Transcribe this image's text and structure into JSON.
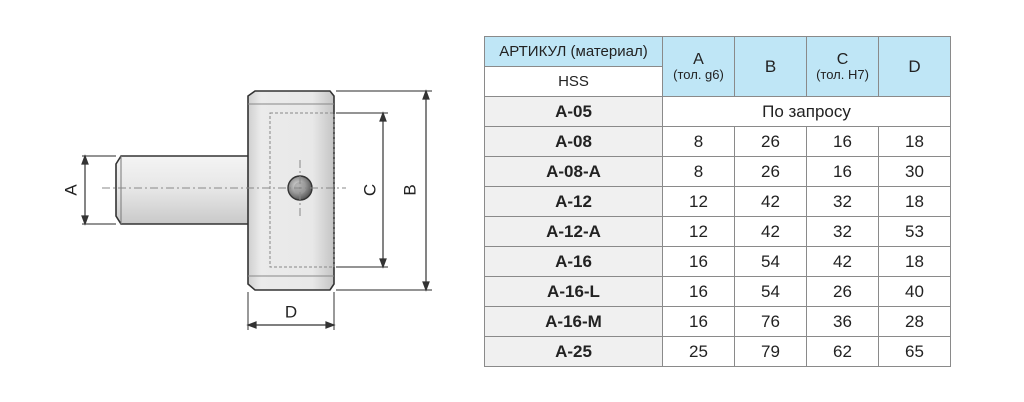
{
  "drawing": {
    "labels": {
      "a": "A",
      "b": "B",
      "c": "C",
      "d": "D"
    }
  },
  "table": {
    "header": {
      "article": "АРТИКУЛ (материал)",
      "material": "HSS",
      "columns": [
        {
          "name": "A",
          "tol": "(тол. g6)"
        },
        {
          "name": "B",
          "tol": ""
        },
        {
          "name": "C",
          "tol": "(тол. H7)"
        },
        {
          "name": "D",
          "tol": ""
        }
      ]
    },
    "on_request": "По запросу",
    "rows": [
      {
        "code": "A-05",
        "values": []
      },
      {
        "code": "A-08",
        "values": [
          "8",
          "26",
          "16",
          "18"
        ]
      },
      {
        "code": "A-08-A",
        "values": [
          "8",
          "26",
          "16",
          "30"
        ]
      },
      {
        "code": "A-12",
        "values": [
          "12",
          "42",
          "32",
          "18"
        ]
      },
      {
        "code": "A-12-A",
        "values": [
          "12",
          "42",
          "32",
          "53"
        ]
      },
      {
        "code": "A-16",
        "values": [
          "16",
          "54",
          "42",
          "18"
        ]
      },
      {
        "code": "A-16-L",
        "values": [
          "16",
          "54",
          "26",
          "40"
        ]
      },
      {
        "code": "A-16-M",
        "values": [
          "16",
          "76",
          "36",
          "28"
        ]
      },
      {
        "code": "A-25",
        "values": [
          "25",
          "79",
          "62",
          "65"
        ]
      }
    ]
  }
}
